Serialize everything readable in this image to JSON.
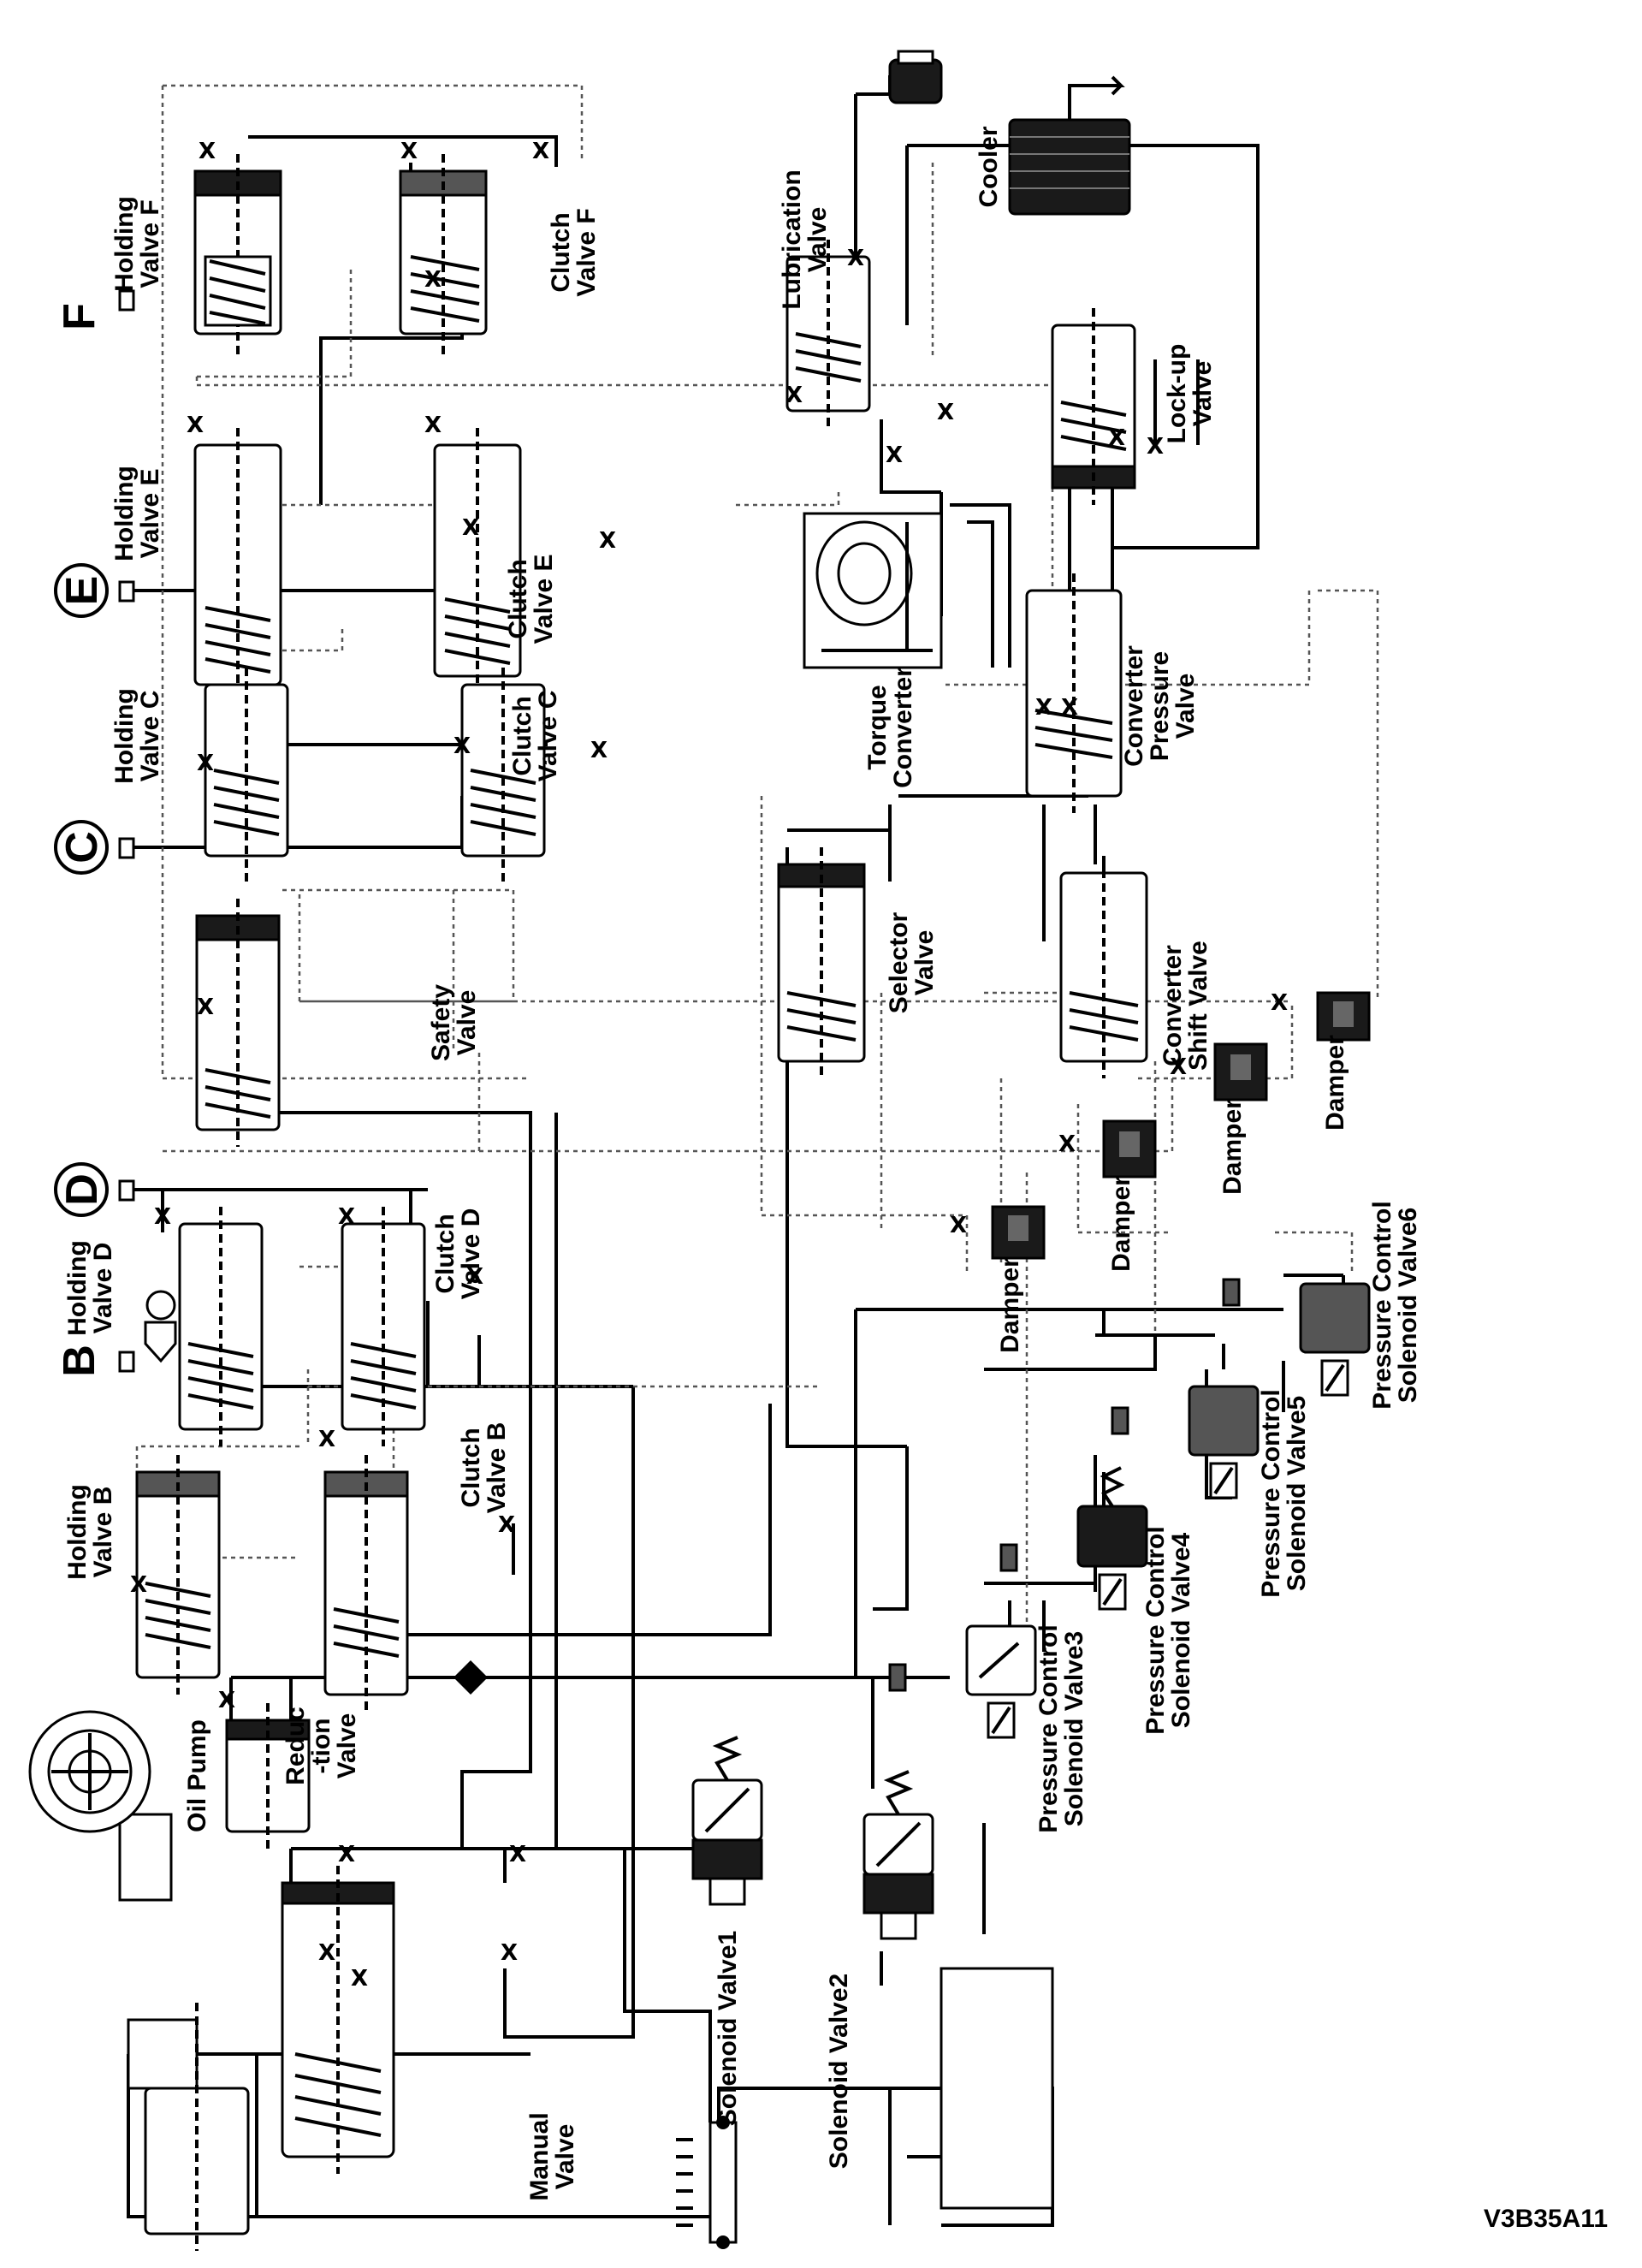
{
  "labels": {
    "holding_valve_f": [
      "Holding",
      "Valve F"
    ],
    "clutch_valve_f": [
      "Clutch",
      "Valve F"
    ],
    "holding_valve_e": [
      "Holding",
      "Valve E"
    ],
    "clutch_valve_e": [
      "Clutch",
      "Valve E"
    ],
    "holding_valve_c": [
      "Holding",
      "Valve C"
    ],
    "clutch_valve_c": [
      "Clutch",
      "Valve C"
    ],
    "safety_valve": [
      "Safety",
      "Valve"
    ],
    "holding_valve_d": [
      "Holding",
      "Valve D"
    ],
    "clutch_valve_d": [
      "Clutch",
      "Valve D"
    ],
    "holding_valve_b": [
      "Holding",
      "Valve B"
    ],
    "clutch_valve_b": [
      "Clutch",
      "Valve B"
    ],
    "oil_pump": "Oil Pump",
    "reduction_valve": [
      "Reduc",
      "-tion",
      "Valve"
    ],
    "manual_valve": [
      "Manual",
      "Valve"
    ],
    "solenoid_valve1": "Solenoid Valve1",
    "solenoid_valve2": "Solenoid Valve2",
    "pcsv3": [
      "Pressure Control",
      "Solenoid Valve3"
    ],
    "pcsv4": [
      "Pressure Control",
      "Solenoid Valve4"
    ],
    "pcsv5": [
      "Pressure Control",
      "Solenoid Valve5"
    ],
    "pcsv6": [
      "Pressure Control",
      "Solenoid Valve6"
    ],
    "damper": "Damper",
    "selector_valve": [
      "Selector",
      "Valve"
    ],
    "converter_shift_valve": [
      "Converter",
      "Shift Valve"
    ],
    "converter_pressure_valve": [
      "Converter",
      "Pressure",
      "Valve"
    ],
    "torque_converter": [
      "Torque",
      "Converter"
    ],
    "lock_up_valve": [
      "Lock-up",
      "Valve"
    ],
    "lubrication_valve": [
      "Lubrication",
      "Valve"
    ],
    "cooler": "Cooler"
  },
  "clutch_letters": {
    "f": "F",
    "e": "E",
    "c": "C",
    "d": "D",
    "b": "B"
  },
  "x_mark": "X",
  "figure_code": "V3B35A11"
}
